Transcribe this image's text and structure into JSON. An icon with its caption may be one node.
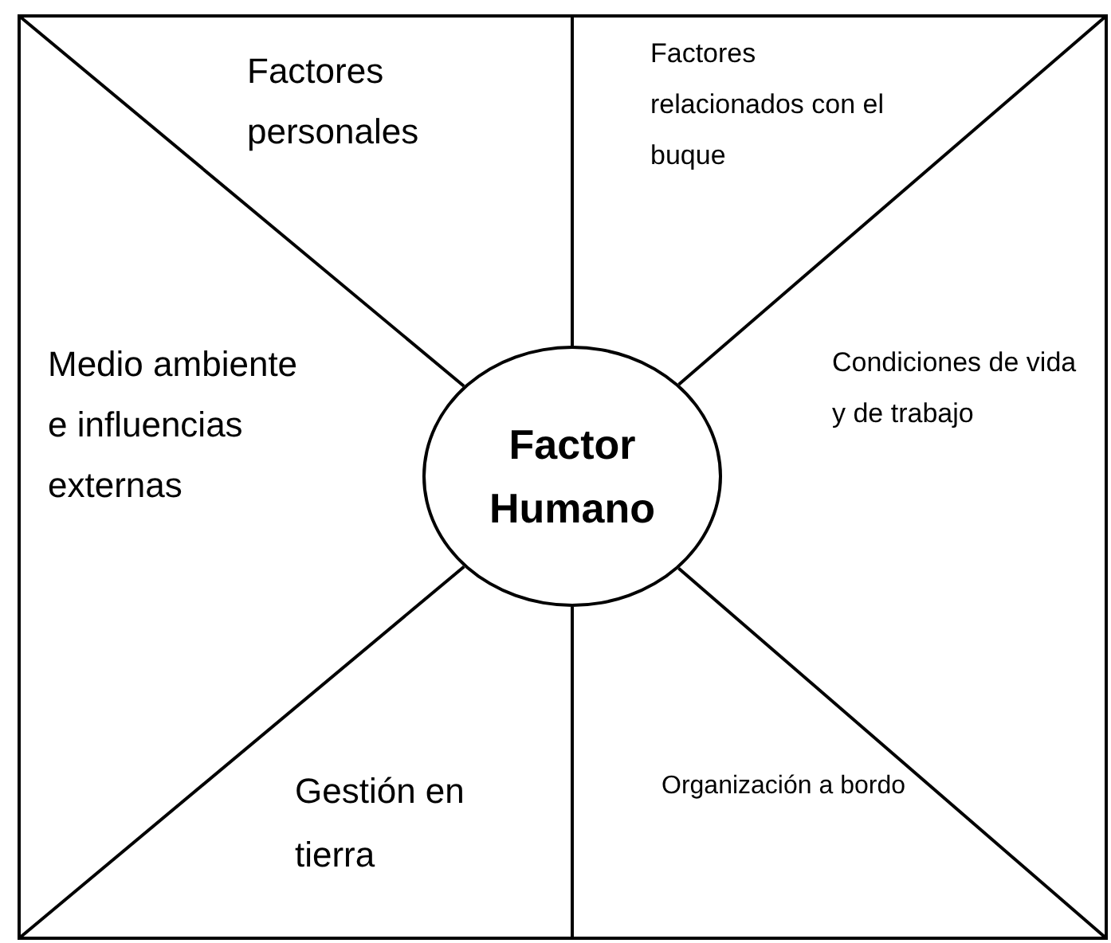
{
  "diagram": {
    "nodes": [
      {
        "text": [
          "Factor Humano"
        ]
      }
    ],
    "edges": [],
    "labels": [
      "Factores personales",
      "Factores relacionados con el buque",
      "Medio ambiente e influencias externas",
      "Condiciones de vida y de trabajo",
      "Gestión en tierra",
      "Organización a bordo"
    ]
  }
}
